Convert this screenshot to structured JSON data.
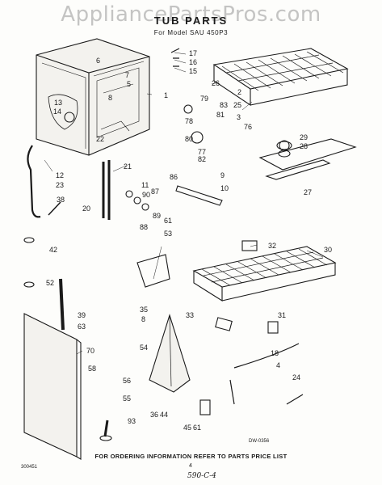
{
  "watermark": "AppliancePartsPros.com",
  "title": "TUB PARTS",
  "subtitle": "For Model SAU 450P3",
  "footer": "FOR ORDERING INFORMATION REFER TO PARTS PRICE LIST",
  "drawing_code": "DW-0356",
  "page_number": "4",
  "catalog_code": "300451",
  "handwritten_note": "590-C-4",
  "part_numbers": [
    "1",
    "2",
    "3",
    "4",
    "5",
    "6",
    "7",
    "8",
    "9",
    "10",
    "11",
    "12",
    "13",
    "14",
    "15",
    "16",
    "17",
    "18",
    "20",
    "21",
    "22",
    "23",
    "24",
    "25",
    "26",
    "27",
    "28",
    "29",
    "30",
    "31",
    "32",
    "33",
    "35",
    "36",
    "38",
    "39",
    "42",
    "44",
    "45",
    "52",
    "53",
    "54",
    "55",
    "56",
    "58",
    "61",
    "63",
    "70",
    "76",
    "77",
    "78",
    "79",
    "80",
    "81",
    "82",
    "83",
    "86",
    "87",
    "88",
    "89",
    "90",
    "93"
  ],
  "callouts": [
    {
      "label": "17"
    },
    {
      "label": "16"
    },
    {
      "label": "15"
    },
    {
      "label": "6"
    },
    {
      "label": "7"
    },
    {
      "label": "5"
    },
    {
      "label": "26"
    },
    {
      "label": "1"
    },
    {
      "label": "8"
    },
    {
      "label": "13"
    },
    {
      "label": "14"
    },
    {
      "label": "79"
    },
    {
      "label": "83"
    },
    {
      "label": "2"
    },
    {
      "label": "25"
    },
    {
      "label": "81"
    },
    {
      "label": "3"
    },
    {
      "label": "78"
    },
    {
      "label": "76"
    },
    {
      "label": "22"
    },
    {
      "label": "80"
    },
    {
      "label": "29"
    },
    {
      "label": "28"
    },
    {
      "label": "77"
    },
    {
      "label": "82"
    },
    {
      "label": "12"
    },
    {
      "label": "23"
    },
    {
      "label": "21"
    },
    {
      "label": "86"
    },
    {
      "label": "9"
    },
    {
      "label": "11"
    },
    {
      "label": "87"
    },
    {
      "label": "10"
    },
    {
      "label": "27"
    },
    {
      "label": "90"
    },
    {
      "label": "38"
    },
    {
      "label": "20"
    },
    {
      "label": "89"
    },
    {
      "label": "61"
    },
    {
      "label": "88"
    },
    {
      "label": "53"
    },
    {
      "label": "32"
    },
    {
      "label": "30"
    },
    {
      "label": "42"
    },
    {
      "label": "52"
    },
    {
      "label": "35"
    },
    {
      "label": "33"
    },
    {
      "label": "31"
    },
    {
      "label": "8"
    },
    {
      "label": "39"
    },
    {
      "label": "63"
    },
    {
      "label": "70"
    },
    {
      "label": "54"
    },
    {
      "label": "18"
    },
    {
      "label": "4"
    },
    {
      "label": "58"
    },
    {
      "label": "56"
    },
    {
      "label": "55"
    },
    {
      "label": "24"
    },
    {
      "label": "36"
    },
    {
      "label": "44"
    },
    {
      "label": "93"
    },
    {
      "label": "45"
    },
    {
      "label": "61"
    }
  ]
}
